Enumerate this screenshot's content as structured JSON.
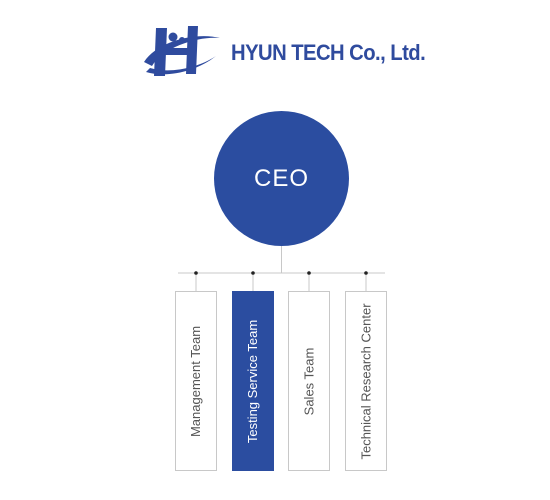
{
  "company": {
    "name": "HYUN TECH Co., Ltd.",
    "brand_color": "#2f4b9e",
    "logo_icon": "hyun-tech-h-logo-icon"
  },
  "org_chart": {
    "root": {
      "label": "CEO",
      "color": "#2b4da0"
    },
    "departments": [
      {
        "label": "Management Team",
        "highlighted": false
      },
      {
        "label": "Testing Service Team",
        "highlighted": true
      },
      {
        "label": "Sales Team",
        "highlighted": false
      },
      {
        "label": "Technical Research Center",
        "highlighted": false
      }
    ]
  }
}
